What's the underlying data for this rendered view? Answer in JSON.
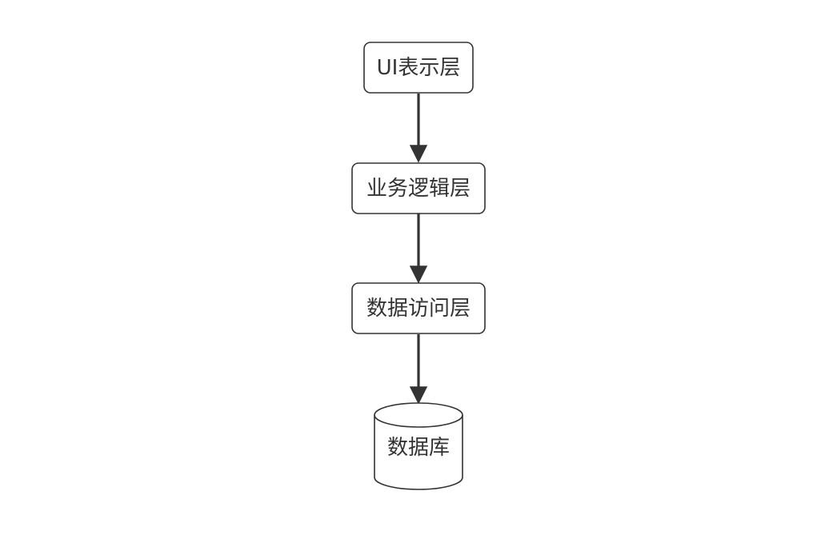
{
  "diagram": {
    "nodes": [
      {
        "id": "ui",
        "label": "UI表示层",
        "shape": "rounded-rect"
      },
      {
        "id": "bll",
        "label": "业务逻辑层",
        "shape": "rounded-rect"
      },
      {
        "id": "dal",
        "label": "数据访问层",
        "shape": "rounded-rect"
      },
      {
        "id": "db",
        "label": "数据库",
        "shape": "cylinder"
      }
    ],
    "edges": [
      {
        "from": "ui",
        "to": "bll"
      },
      {
        "from": "bll",
        "to": "dal"
      },
      {
        "from": "dal",
        "to": "db"
      }
    ],
    "colors": {
      "stroke": "#333333",
      "fill": "#ffffff",
      "text": "#333333"
    }
  }
}
